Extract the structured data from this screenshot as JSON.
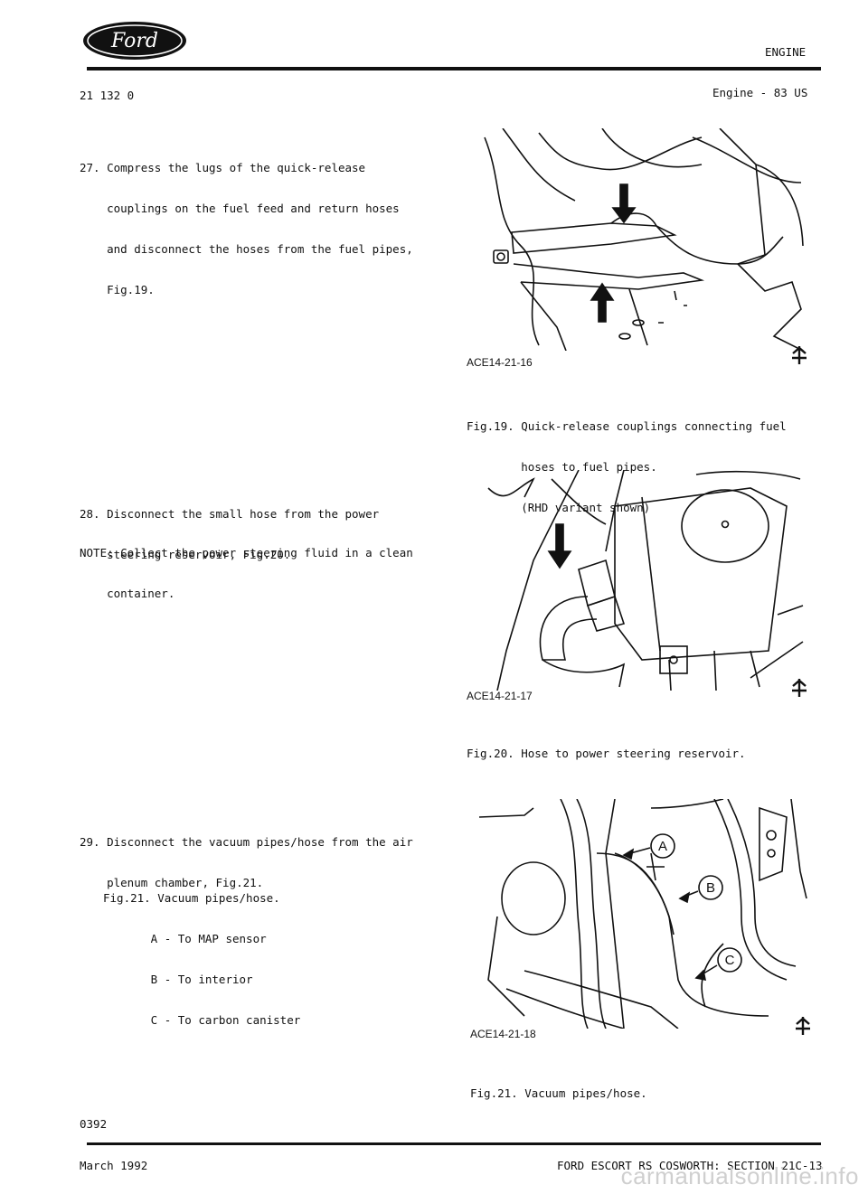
{
  "header": {
    "logo_text": "Ford",
    "section": "ENGINE",
    "doc_code": "21 132 0",
    "engine": "Engine - 83 US"
  },
  "steps": [
    {
      "lines": [
        "27. Compress the lugs of the quick-release",
        "    couplings on the fuel feed and return hoses",
        "    and disconnect the hoses from the fuel pipes,",
        "    Fig.19."
      ]
    },
    {
      "lines": [
        "28. Disconnect the small hose from the power",
        "    steering reservoir, Fig.20."
      ]
    },
    {
      "lines": [
        "NOTE: Collect the power steering fluid in a clean",
        "    container."
      ]
    },
    {
      "lines": [
        "29. Disconnect the vacuum pipes/hose from the air",
        "    plenum chamber, Fig.21."
      ]
    },
    {
      "lines": [
        "Fig.21. Vacuum pipes/hose.",
        "       A - To MAP sensor",
        "       B - To interior",
        "       C - To carbon canister"
      ]
    }
  ],
  "figures": [
    {
      "ref": "ACE14-21-16",
      "caption": [
        "Fig.19. Quick-release couplings connecting fuel",
        "        hoses to fuel pipes.",
        "        (RHD variant shown)"
      ]
    },
    {
      "ref": "ACE14-21-17",
      "caption": [
        "Fig.20. Hose to power steering reservoir."
      ]
    },
    {
      "ref": "ACE14-21-18",
      "caption": [
        "Fig.21. Vacuum pipes/hose."
      ],
      "callouts": [
        "A",
        "B",
        "C"
      ]
    }
  ],
  "footer": {
    "page_number": "0392",
    "date": "March 1992",
    "title": "FORD ESCORT RS COSWORTH: SECTION 21C-13"
  },
  "watermark": "carmanualsonline.info"
}
